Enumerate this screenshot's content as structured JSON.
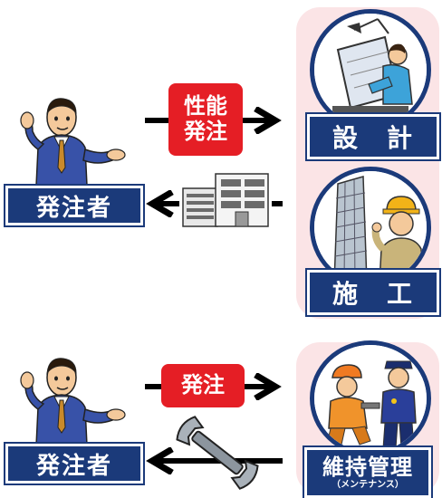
{
  "top_section": {
    "client_label": "発注者",
    "order_badge_line1": "性能",
    "order_badge_line2": "発注",
    "design_label": "設　計",
    "construction_label": "施　工"
  },
  "bottom_section": {
    "client_label": "発注者",
    "order_badge": "発注",
    "maintenance_label": "維持管理",
    "maintenance_sub": "（メンテナンス）"
  },
  "colors": {
    "navy": "#1b3a7a",
    "red": "#e51e25",
    "pink": "#fbe4e6",
    "arrow": "#000000"
  },
  "icons": [
    "businessman-icon",
    "building-icon",
    "designer-icon",
    "construction-worker-icon",
    "maintenance-workers-icon",
    "wrench-icon",
    "arrow-right-icon",
    "arrow-left-icon"
  ]
}
